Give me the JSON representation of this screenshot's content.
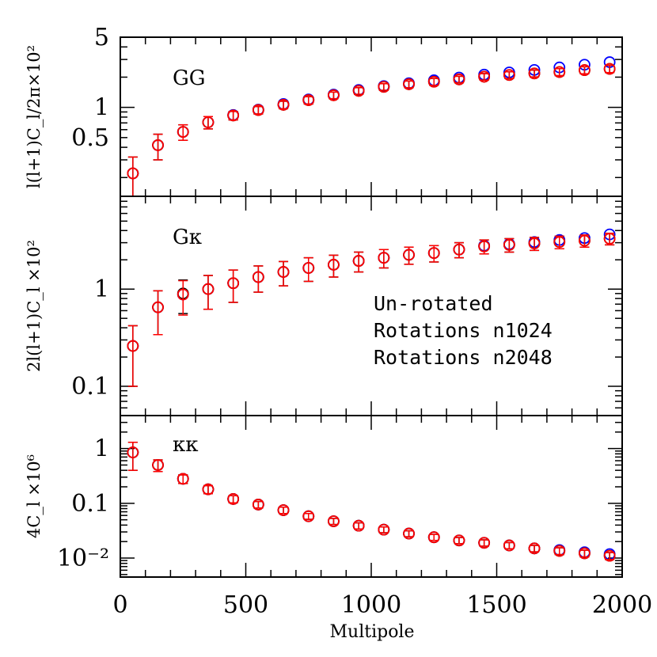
{
  "chart_data": {
    "type": "scatter",
    "xlabel": "Multipole",
    "xlim": [
      0,
      2000
    ],
    "x_ticks": [
      "0",
      "500",
      "1000",
      "1500",
      "2000"
    ],
    "legend_placement": "middle-right",
    "colors": {
      "unrotated": "#000000",
      "n1024": "#0000ff",
      "n2048": "#ff0000"
    },
    "legend": [
      {
        "label": "Un-rotated",
        "color": "#000000"
      },
      {
        "label": "Rotations n1024",
        "color": "#0000ff"
      },
      {
        "label": "Rotations n2048",
        "color": "#ff0000"
      }
    ],
    "panels": [
      {
        "id": "GG",
        "label": "GG",
        "ylabel": "l(l+1)C_l/2π×10²",
        "yscale": "log",
        "ylim": [
          0.13,
          5
        ],
        "yticks": [
          {
            "value": 5,
            "label": "5"
          },
          {
            "value": 1,
            "label": "1"
          },
          {
            "value": 0.5,
            "label": "0.5"
          }
        ],
        "series": [
          {
            "name": "Un-rotated",
            "color": "#000000",
            "x": [
              50,
              150,
              250,
              350,
              450,
              550,
              650,
              750,
              850,
              950,
              1050,
              1150,
              1250,
              1350,
              1450,
              1550,
              1650,
              1750,
              1850,
              1950
            ],
            "y": [
              0.22,
              0.42,
              0.57,
              0.71,
              0.83,
              0.94,
              1.06,
              1.18,
              1.32,
              1.46,
              1.6,
              1.7,
              1.8,
              1.9,
              2.02,
              2.1,
              2.18,
              2.25,
              2.35,
              2.42
            ],
            "err": [
              0.1,
              0.12,
              0.1,
              0.1,
              0.08,
              0.08,
              0.09,
              0.1,
              0.1,
              0.11,
              0.12,
              0.13,
              0.14,
              0.14,
              0.15,
              0.16,
              0.17,
              0.18,
              0.19,
              0.2
            ]
          },
          {
            "name": "Rotations n1024",
            "color": "#0000ff",
            "x": [
              50,
              150,
              250,
              350,
              450,
              550,
              650,
              750,
              850,
              950,
              1050,
              1150,
              1250,
              1350,
              1450,
              1550,
              1650,
              1750,
              1850,
              1950
            ],
            "y": [
              0.22,
              0.42,
              0.57,
              0.71,
              0.84,
              0.95,
              1.08,
              1.2,
              1.34,
              1.49,
              1.63,
              1.74,
              1.86,
              1.98,
              2.12,
              2.23,
              2.36,
              2.5,
              2.66,
              2.82
            ],
            "err": [
              0,
              0,
              0,
              0,
              0,
              0,
              0,
              0,
              0,
              0,
              0,
              0,
              0,
              0,
              0,
              0,
              0,
              0,
              0,
              0
            ]
          },
          {
            "name": "Rotations n2048",
            "color": "#ff0000",
            "x": [
              50,
              150,
              250,
              350,
              450,
              550,
              650,
              750,
              850,
              950,
              1050,
              1150,
              1250,
              1350,
              1450,
              1550,
              1650,
              1750,
              1850,
              1950
            ],
            "y": [
              0.22,
              0.42,
              0.57,
              0.71,
              0.83,
              0.94,
              1.06,
              1.18,
              1.32,
              1.46,
              1.6,
              1.7,
              1.8,
              1.9,
              2.02,
              2.1,
              2.18,
              2.25,
              2.35,
              2.42
            ],
            "err": [
              0.1,
              0.12,
              0.1,
              0.1,
              0.08,
              0.08,
              0.09,
              0.1,
              0.1,
              0.11,
              0.12,
              0.13,
              0.14,
              0.14,
              0.15,
              0.16,
              0.17,
              0.18,
              0.19,
              0.2
            ]
          }
        ]
      },
      {
        "id": "Gk",
        "label": "Gκ",
        "ylabel": "2l(l+1)C_l ×10²",
        "yscale": "log",
        "ylim": [
          0.05,
          9
        ],
        "yticks": [
          {
            "value": 1,
            "label": "1"
          },
          {
            "value": 0.1,
            "label": "0.1"
          }
        ],
        "series": [
          {
            "name": "Un-rotated",
            "color": "#000000",
            "x": [
              50,
              150,
              250,
              350,
              450,
              550,
              650,
              750,
              850,
              950,
              1050,
              1150,
              1250,
              1350,
              1450,
              1550,
              1650,
              1750,
              1850,
              1950
            ],
            "y": [
              0.26,
              0.65,
              0.9,
              1.0,
              1.15,
              1.33,
              1.5,
              1.65,
              1.78,
              1.95,
              2.1,
              2.25,
              2.35,
              2.55,
              2.75,
              2.85,
              2.95,
              3.05,
              3.15,
              3.3
            ],
            "err": [
              0.16,
              0.31,
              0.34,
              0.38,
              0.42,
              0.4,
              0.42,
              0.45,
              0.45,
              0.45,
              0.45,
              0.45,
              0.45,
              0.45,
              0.45,
              0.45,
              0.45,
              0.45,
              0.45,
              0.45
            ]
          },
          {
            "name": "Rotations n1024",
            "color": "#0000ff",
            "x": [
              50,
              150,
              250,
              350,
              450,
              550,
              650,
              750,
              850,
              950,
              1050,
              1150,
              1250,
              1350,
              1450,
              1550,
              1650,
              1750,
              1850,
              1950
            ],
            "y": [
              0.26,
              0.65,
              0.88,
              1.0,
              1.15,
              1.33,
              1.5,
              1.65,
              1.78,
              1.95,
              2.1,
              2.25,
              2.35,
              2.55,
              2.8,
              2.9,
              3.05,
              3.2,
              3.35,
              3.65
            ],
            "err": [
              0,
              0,
              0,
              0,
              0,
              0,
              0,
              0,
              0,
              0,
              0,
              0,
              0,
              0,
              0,
              0,
              0,
              0,
              0,
              0
            ]
          },
          {
            "name": "Rotations n2048",
            "color": "#ff0000",
            "x": [
              50,
              150,
              250,
              350,
              450,
              550,
              650,
              750,
              850,
              950,
              1050,
              1150,
              1250,
              1350,
              1450,
              1550,
              1650,
              1750,
              1850,
              1950
            ],
            "y": [
              0.26,
              0.65,
              0.88,
              1.0,
              1.15,
              1.33,
              1.5,
              1.65,
              1.78,
              1.95,
              2.1,
              2.25,
              2.35,
              2.55,
              2.75,
              2.85,
              2.95,
              3.05,
              3.15,
              3.3
            ],
            "err": [
              0.16,
              0.31,
              0.34,
              0.38,
              0.42,
              0.4,
              0.42,
              0.45,
              0.45,
              0.45,
              0.45,
              0.45,
              0.45,
              0.45,
              0.45,
              0.45,
              0.45,
              0.45,
              0.45,
              0.45
            ]
          }
        ]
      },
      {
        "id": "kk",
        "label": "κκ",
        "ylabel": "4C_l ×10⁶",
        "yscale": "log",
        "ylim": [
          0.0045,
          4
        ],
        "yticks": [
          {
            "value": 1,
            "label": "1"
          },
          {
            "value": 0.1,
            "label": "0.1"
          },
          {
            "value": 0.01,
            "label": "10⁻²"
          }
        ],
        "series": [
          {
            "name": "Un-rotated",
            "color": "#000000",
            "x": [
              50,
              150,
              250,
              350,
              450,
              550,
              650,
              750,
              850,
              950,
              1050,
              1150,
              1250,
              1350,
              1450,
              1550,
              1650,
              1750,
              1850,
              1950
            ],
            "y": [
              0.85,
              0.5,
              0.28,
              0.18,
              0.12,
              0.095,
              0.075,
              0.058,
              0.047,
              0.039,
              0.033,
              0.028,
              0.024,
              0.021,
              0.019,
              0.017,
              0.015,
              0.0135,
              0.0122,
              0.011
            ],
            "err": [
              0.45,
              0.12,
              0.05,
              0.03,
              0.018,
              0.013,
              0.01,
              0.007,
              0.006,
              0.005,
              0.004,
              0.0035,
              0.003,
              0.0027,
              0.0025,
              0.0022,
              0.002,
              0.0019,
              0.0017,
              0.0016
            ]
          },
          {
            "name": "Rotations n1024",
            "color": "#0000ff",
            "x": [
              50,
              150,
              250,
              350,
              450,
              550,
              650,
              750,
              850,
              950,
              1050,
              1150,
              1250,
              1350,
              1450,
              1550,
              1650,
              1750,
              1850,
              1950
            ],
            "y": [
              0.85,
              0.5,
              0.28,
              0.18,
              0.12,
              0.095,
              0.075,
              0.058,
              0.047,
              0.039,
              0.033,
              0.028,
              0.024,
              0.021,
              0.019,
              0.017,
              0.015,
              0.014,
              0.0128,
              0.0118
            ],
            "err": [
              0,
              0,
              0,
              0,
              0,
              0,
              0,
              0,
              0,
              0,
              0,
              0,
              0,
              0,
              0,
              0,
              0,
              0,
              0,
              0
            ]
          },
          {
            "name": "Rotations n2048",
            "color": "#ff0000",
            "x": [
              50,
              150,
              250,
              350,
              450,
              550,
              650,
              750,
              850,
              950,
              1050,
              1150,
              1250,
              1350,
              1450,
              1550,
              1650,
              1750,
              1850,
              1950
            ],
            "y": [
              0.85,
              0.5,
              0.28,
              0.18,
              0.12,
              0.095,
              0.075,
              0.058,
              0.047,
              0.039,
              0.033,
              0.028,
              0.024,
              0.021,
              0.019,
              0.017,
              0.015,
              0.0135,
              0.0122,
              0.011
            ],
            "err": [
              0.45,
              0.12,
              0.05,
              0.03,
              0.018,
              0.013,
              0.01,
              0.007,
              0.006,
              0.005,
              0.004,
              0.0035,
              0.003,
              0.0027,
              0.0025,
              0.0022,
              0.002,
              0.0019,
              0.0017,
              0.0016
            ]
          }
        ]
      }
    ]
  }
}
